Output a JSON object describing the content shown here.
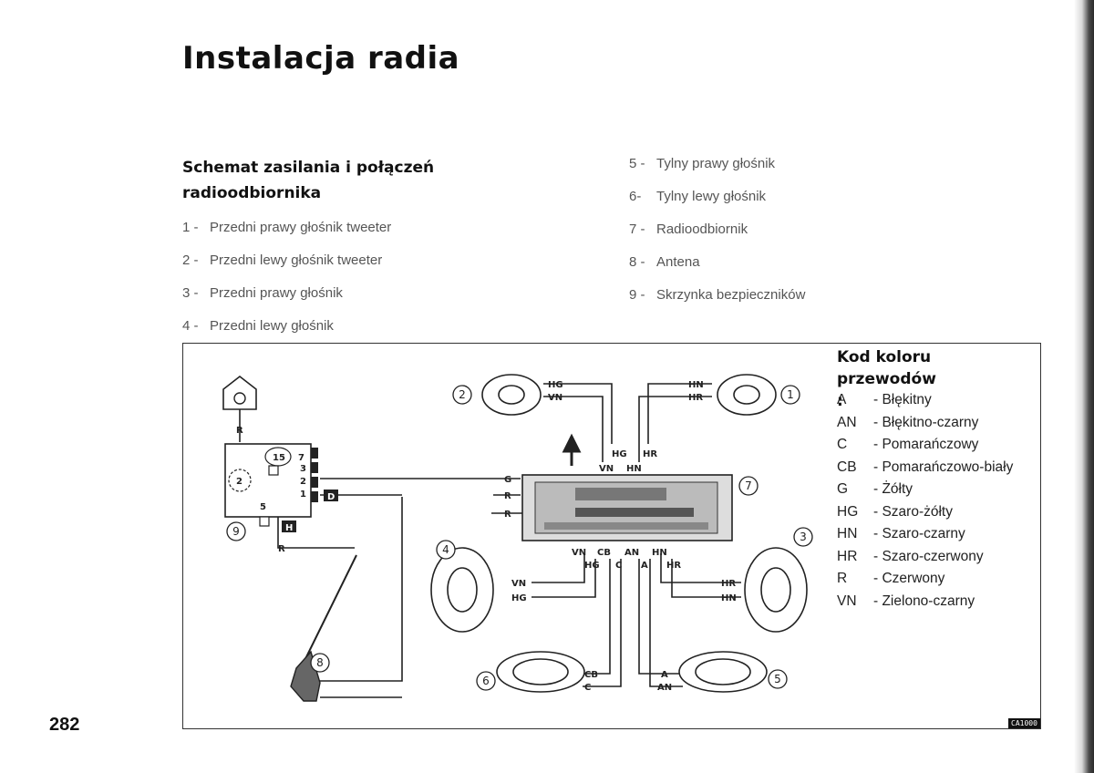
{
  "page": {
    "title": "Instalacja radia",
    "subtitle": "Schemat zasilania i połączeń radioodbiornika",
    "page_number": "282",
    "figure_ref": "CA1000"
  },
  "legend_left": [
    {
      "num": "1 -",
      "text": "Przedni prawy głośnik tweeter"
    },
    {
      "num": "2 -",
      "text": "Przedni lewy głośnik tweeter"
    },
    {
      "num": "3 -",
      "text": "Przedni prawy głośnik"
    },
    {
      "num": "4 -",
      "text": "Przedni lewy głośnik"
    }
  ],
  "legend_right": [
    {
      "num": "5 -",
      "text": "Tylny prawy głośnik"
    },
    {
      "num": "6-",
      "text": "Tylny lewy głośnik"
    },
    {
      "num": "7 -",
      "text": "Radioodbiornik"
    },
    {
      "num": "8 -",
      "text": "Antena"
    },
    {
      "num": "9 -",
      "text": "Skrzynka bezpieczników"
    }
  ],
  "color_code": {
    "title": "Kod koloru przewodów :",
    "items": [
      {
        "code": "A",
        "name": "- Błękitny"
      },
      {
        "code": "AN",
        "name": "- Błękitno-czarny"
      },
      {
        "code": "C",
        "name": "- Pomarańczowy"
      },
      {
        "code": "CB",
        "name": "- Pomarańczowo-biały"
      },
      {
        "code": "G",
        "name": "- Żółty"
      },
      {
        "code": "HG",
        "name": "- Szaro-żółty"
      },
      {
        "code": "HN",
        "name": "- Szaro-czarny"
      },
      {
        "code": "HR",
        "name": "- Szaro-czerwony"
      },
      {
        "code": "R",
        "name": "- Czerwony"
      },
      {
        "code": "VN",
        "name": "- Zielono-czarny"
      }
    ]
  },
  "diagram": {
    "callouts": [
      "1",
      "2",
      "3",
      "4",
      "5",
      "6",
      "7",
      "8",
      "9"
    ],
    "wires": {
      "hg": "HG",
      "vn": "VN",
      "hn": "HN",
      "hr": "HR",
      "g": "G",
      "r": "R",
      "cb": "CB",
      "c": "C",
      "an": "AN",
      "a": "A"
    },
    "fusebox": {
      "fuse_a": "15",
      "fuse_b": "7",
      "slots": [
        "3",
        "2",
        "1"
      ],
      "inner_2": "2",
      "inner_5": "5",
      "box_d": "D",
      "box_h": "H"
    }
  }
}
